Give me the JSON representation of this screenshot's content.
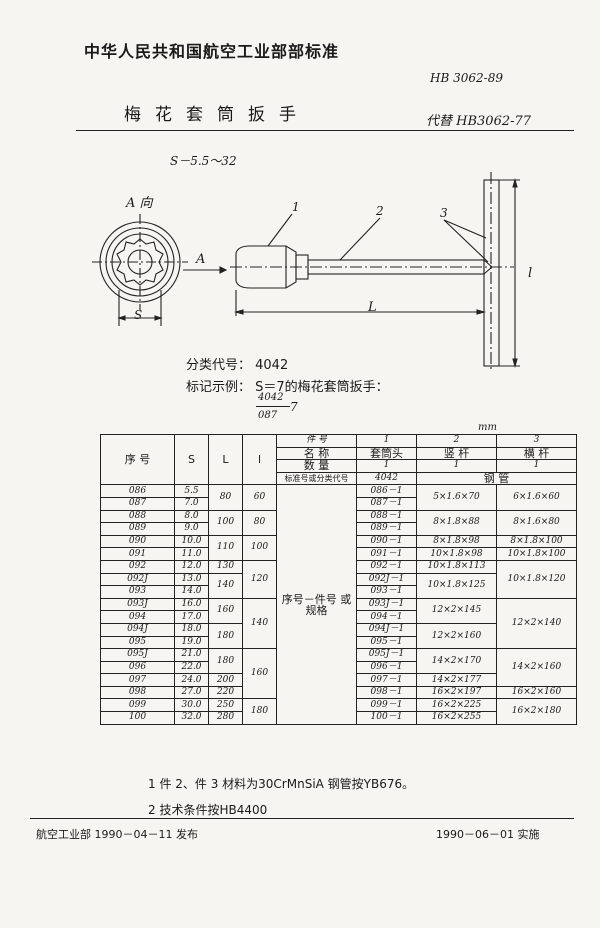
{
  "header": {
    "authority": "中华人民共和国航空工业部部标准",
    "standard_no": "HB 3062-89",
    "title": "梅花套筒扳手",
    "replaces": "代替 HB3062-77",
    "range": "S－5.5～32"
  },
  "drawing": {
    "view_label": "A 向",
    "dim_s": "S",
    "arrow_a": "A",
    "part_1": "1",
    "part_2": "2",
    "part_3": "3",
    "dim_L": "L",
    "dim_l": "l"
  },
  "classification": {
    "code_line": "分类代号： 4042",
    "example_line": "标记示例： S＝7的梅花套筒扳手：",
    "frac_num": "4042",
    "frac_den": "087",
    "frac_tail": "7"
  },
  "table": {
    "unit": "mm",
    "h_no": "序  号",
    "h_S": "S",
    "h_L": "L",
    "h_l": "l",
    "h_part": "件    号",
    "h_name": "名    称",
    "h_qty": "数    量",
    "h_std": "标准号或分类代号",
    "col1": "1",
    "col2": "2",
    "col3": "3",
    "n1": "套筒头",
    "n2": "竖    杆",
    "n3": "横    杆",
    "q1": "1",
    "q2": "1",
    "q3": "1",
    "std1": "4042",
    "std23": "钢    管",
    "part_note": "序号－件号 或规格",
    "rows": [
      {
        "no": "086",
        "s": "5.5",
        "p1": "086－1"
      },
      {
        "no": "087",
        "s": "7.0",
        "p1": "087－1"
      },
      {
        "no": "088",
        "s": "8.0",
        "p1": "088－1"
      },
      {
        "no": "089",
        "s": "9.0",
        "p1": "089－1"
      },
      {
        "no": "090",
        "s": "10.0",
        "p1": "090－1"
      },
      {
        "no": "091",
        "s": "11.0",
        "p1": "091－1"
      },
      {
        "no": "092",
        "s": "12.0",
        "p1": "092－1"
      },
      {
        "no": "092J",
        "s": "13.0",
        "p1": "092J－1"
      },
      {
        "no": "093",
        "s": "14.0",
        "p1": "093－1"
      },
      {
        "no": "093J",
        "s": "16.0",
        "p1": "093J－1"
      },
      {
        "no": "094",
        "s": "17.0",
        "p1": "094－1"
      },
      {
        "no": "094J",
        "s": "18.0",
        "p1": "094J－1"
      },
      {
        "no": "095",
        "s": "19.0",
        "p1": "095－1"
      },
      {
        "no": "095J",
        "s": "21.0",
        "p1": "095J－1"
      },
      {
        "no": "096",
        "s": "22.0",
        "p1": "096－1"
      },
      {
        "no": "097",
        "s": "24.0",
        "p1": "097－1"
      },
      {
        "no": "098",
        "s": "27.0",
        "p1": "098－1"
      },
      {
        "no": "099",
        "s": "30.0",
        "p1": "099－1"
      },
      {
        "no": "100",
        "s": "32.0",
        "p1": "100－1"
      }
    ],
    "L": [
      "80",
      "100",
      "110",
      "130",
      "140",
      "160",
      "180",
      "200",
      "220",
      "250",
      "280"
    ],
    "l": [
      "60",
      "80",
      "100",
      "120",
      "140",
      "160",
      "180"
    ],
    "c2": [
      "5×1.6×70",
      "8×1.8×88",
      "8×1.8×98",
      "10×1.8×98",
      "10×1.8×113",
      "10×1.8×125",
      "12×2×145",
      "12×2×160",
      "14×2×170",
      "14×2×177",
      "16×2×197",
      "16×2×225",
      "16×2×255"
    ],
    "c3": [
      "6×1.6×60",
      "8×1.6×80",
      "8×1.8×100",
      "10×1.8×100",
      "10×1.8×120",
      "12×2×140",
      "14×2×160",
      "16×2×160",
      "16×2×180"
    ]
  },
  "notes": {
    "n1": "1  件 2、件 3 材料为30CrMnSiA 钢管按YB676。",
    "n2": "2  技术条件按HB4400"
  },
  "footer": {
    "issued": "航空工业部 1990－04－11  发布",
    "effective": "1990－06－01  实施"
  }
}
